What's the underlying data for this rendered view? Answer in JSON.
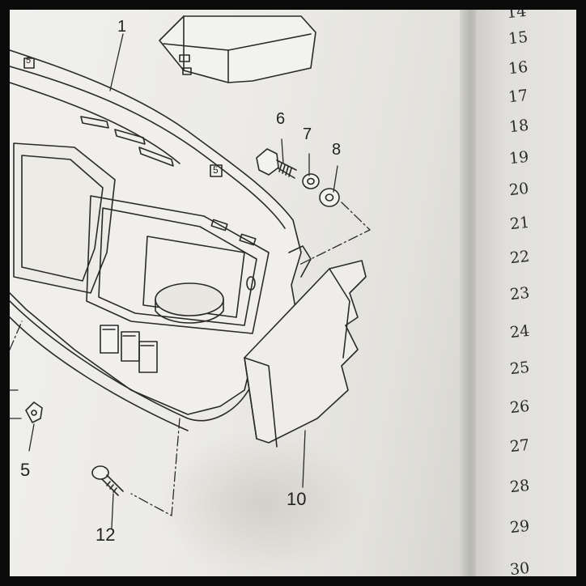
{
  "diagram": {
    "callouts": [
      {
        "id": "1",
        "label": "1"
      },
      {
        "id": "5",
        "label": "5"
      },
      {
        "id": "6",
        "label": "6"
      },
      {
        "id": "7",
        "label": "7"
      },
      {
        "id": "8",
        "label": "8"
      },
      {
        "id": "10",
        "label": "10"
      },
      {
        "id": "12",
        "label": "12"
      }
    ],
    "dash_markers": [
      "5",
      "5"
    ]
  },
  "right_page": {
    "line_numbers": [
      "14",
      "15",
      "16",
      "17",
      "18",
      "19",
      "20",
      "21",
      "22",
      "23",
      "24",
      "25",
      "26",
      "27",
      "28",
      "29",
      "30"
    ]
  }
}
